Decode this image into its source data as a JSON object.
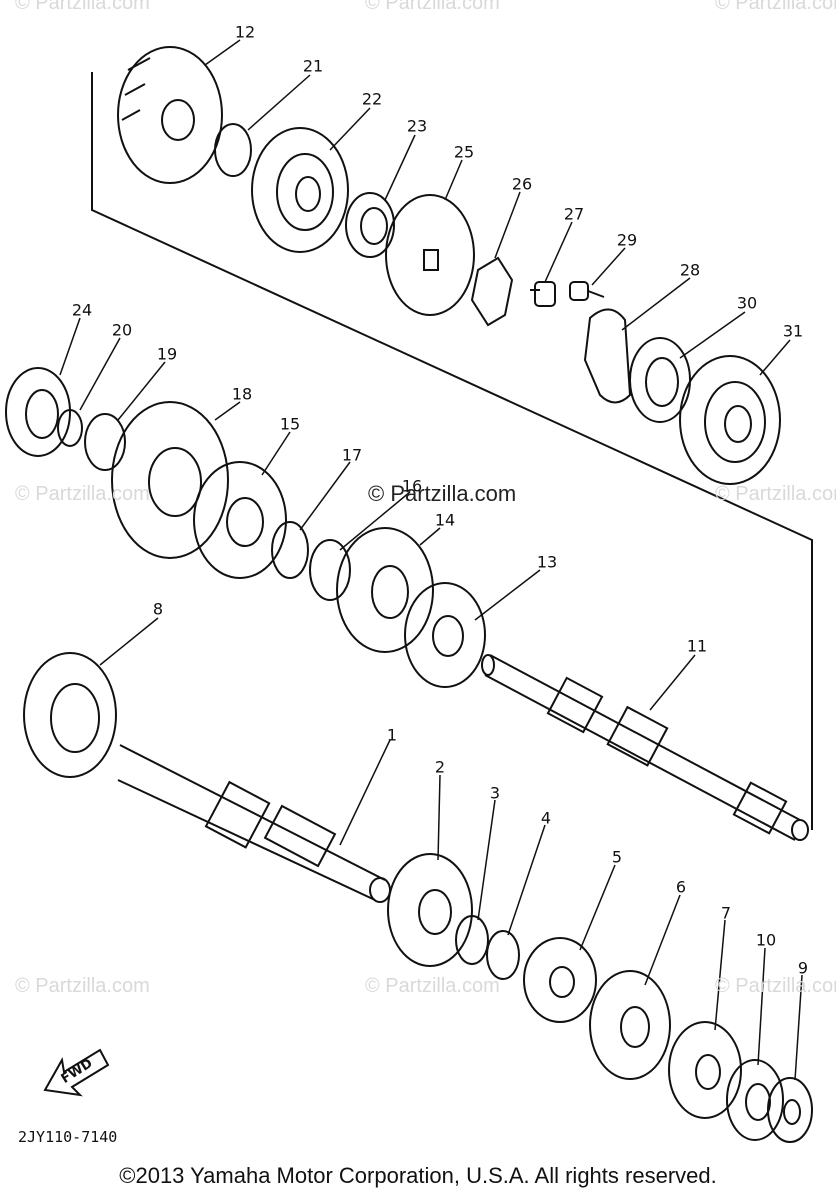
{
  "watermarks": {
    "main": "© Partzilla.com",
    "faint": "© Partzilla.com"
  },
  "callouts": [
    "1",
    "2",
    "3",
    "4",
    "5",
    "6",
    "7",
    "8",
    "9",
    "10",
    "11",
    "12",
    "13",
    "14",
    "15",
    "16",
    "17",
    "18",
    "19",
    "20",
    "21",
    "22",
    "23",
    "24",
    "25",
    "26",
    "27",
    "28",
    "29",
    "30",
    "31"
  ],
  "part_code": "2JY110-7140",
  "fwd_label": "FWD",
  "copyright": "©2013 Yamaha Motor Corporation, U.S.A. All rights reserved.",
  "colors": {
    "ink": "#111111",
    "watermark": "#d9d9d9",
    "background": "#ffffff"
  },
  "icons": {
    "fwd": "fwd-arrow-icon"
  }
}
